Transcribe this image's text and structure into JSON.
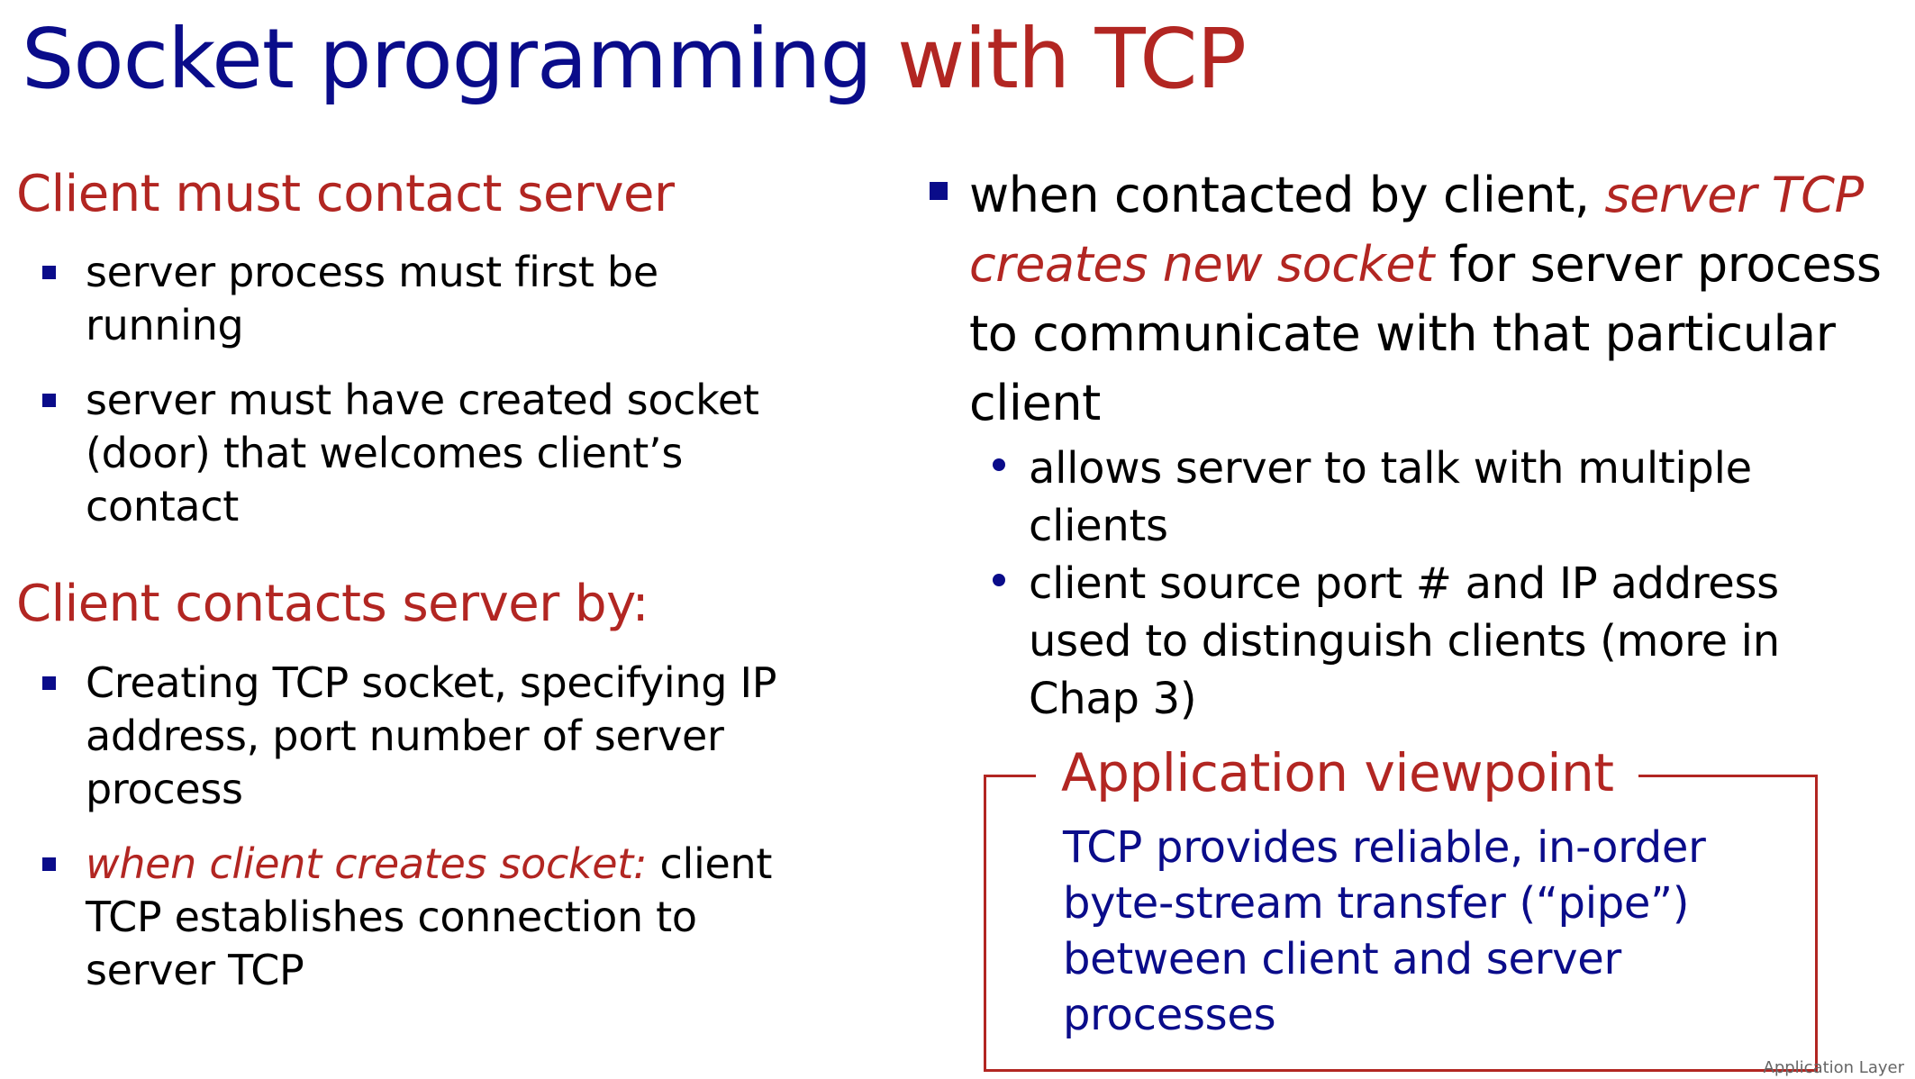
{
  "title": {
    "part1": "Socket programming ",
    "part2": "with TCP"
  },
  "left": {
    "heading1": "Client must contact server",
    "items1": [
      "server process must first be running",
      "server must have created socket (door) that welcomes client’s contact"
    ],
    "heading2": "Client contacts server by:",
    "items2": [
      "Creating TCP socket, specifying IP address, port number of server process"
    ],
    "item_italic_lead": "when client creates socket:",
    "item_italic_rest": " client TCP establishes connection to server TCP"
  },
  "right": {
    "main_pre": "when contacted by client, ",
    "main_italic": "server TCP creates new socket",
    "main_post": " for server process to communicate with that particular client",
    "subitems": [
      "allows server to talk with multiple clients",
      "client source port # and IP address used to distinguish clients (more in Chap 3)"
    ]
  },
  "viewpoint": {
    "title": "Application viewpoint",
    "body": "TCP provides reliable, in-order byte-stream transfer (“pipe”) between client and server processes"
  },
  "footer": "Application Layer",
  "colors": {
    "title_blue": "#0a0c8a",
    "accent_red": "#b22622",
    "bullet_blue": "#0a0c8a"
  }
}
